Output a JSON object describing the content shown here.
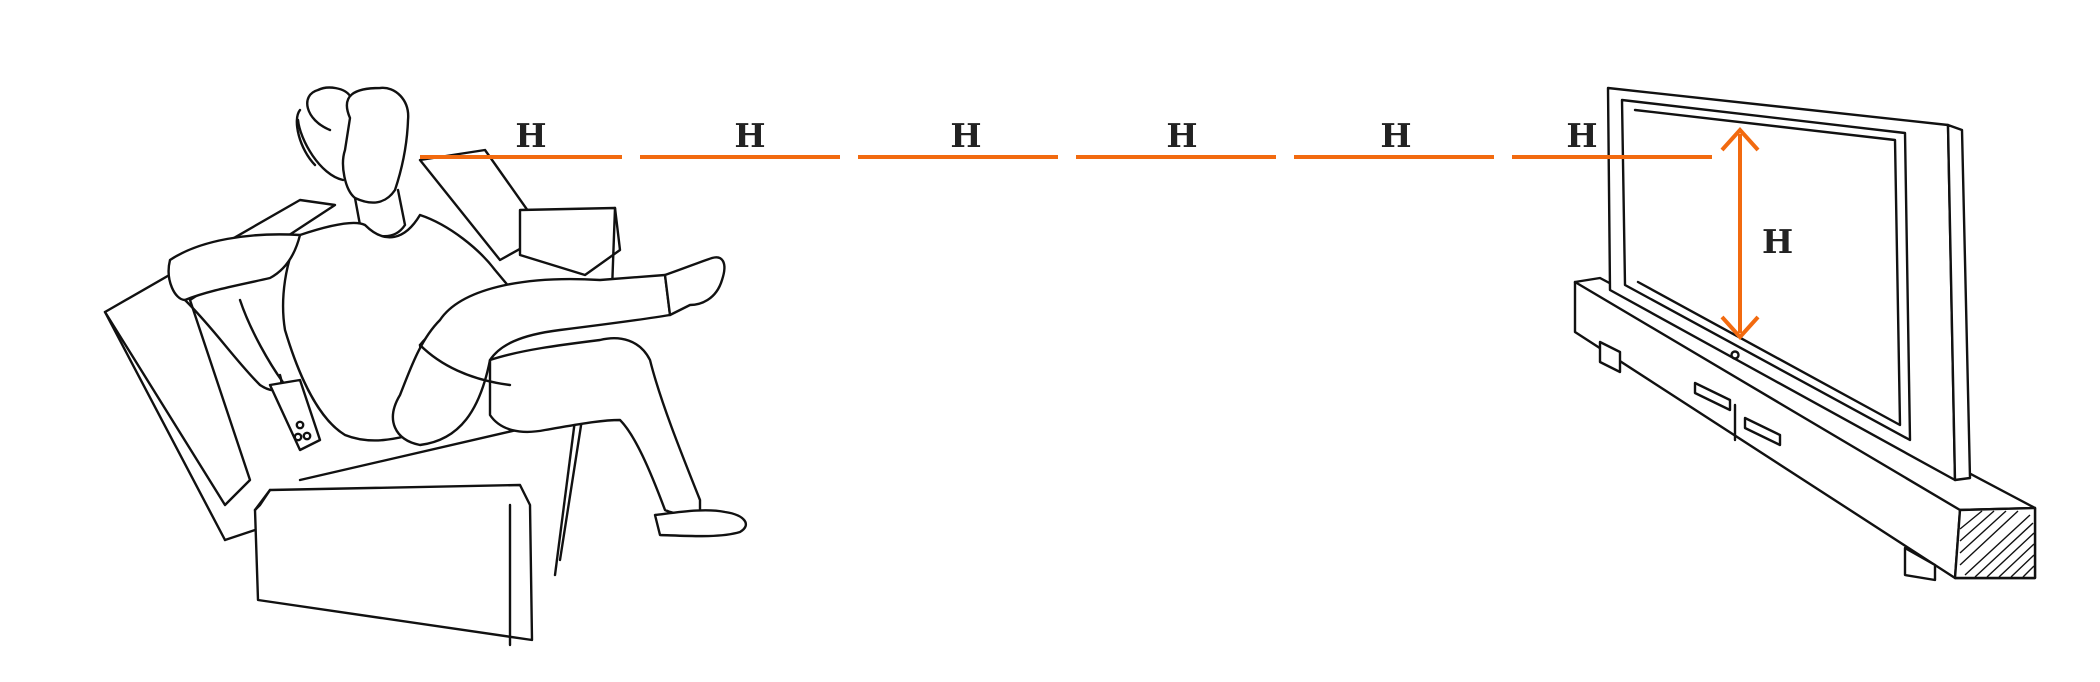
{
  "diagram": {
    "accent_color": "#f26a0f",
    "ink_color": "#111111",
    "distance_segment_labels": [
      "H",
      "H",
      "H",
      "H",
      "H",
      "H"
    ],
    "screen_height_label": "H",
    "figures": [
      "person-on-sofa",
      "television-on-stand"
    ]
  }
}
